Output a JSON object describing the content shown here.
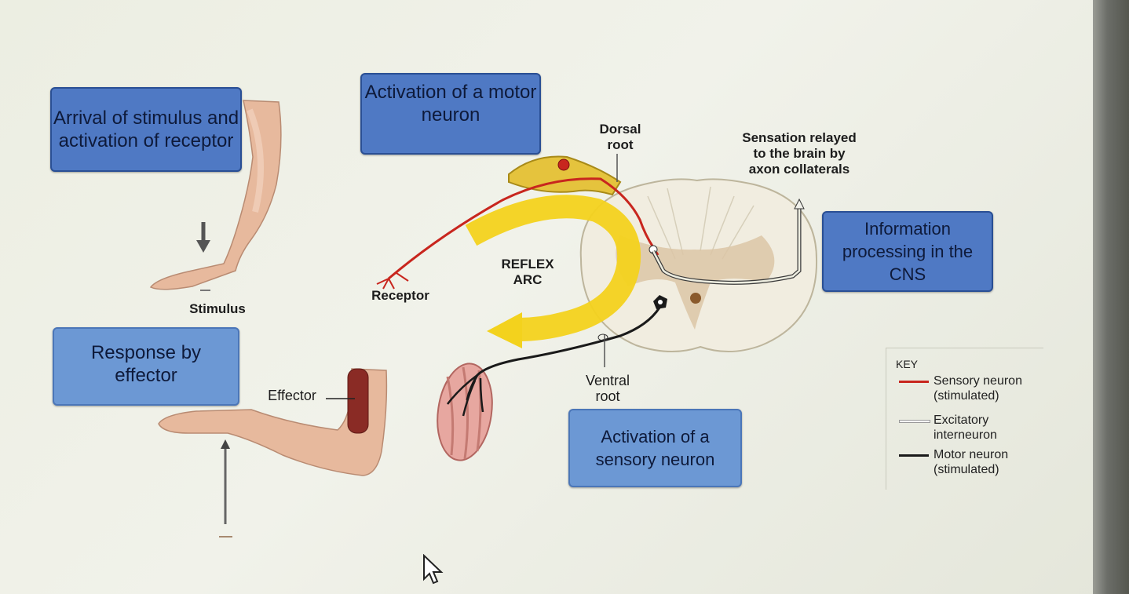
{
  "boxes": {
    "arrival": "Arrival of stimulus and activation of receptor",
    "motor": "Activation of a motor neuron",
    "information": "Information processing in the CNS",
    "response": "Response by effector",
    "sensory": "Activation of a sensory neuron"
  },
  "labels": {
    "stimulus": "Stimulus",
    "receptor": "Receptor",
    "reflex_arc": "REFLEX ARC",
    "dorsal_root": "Dorsal root",
    "ventral_root": "Ventral root",
    "sensation": "Sensation relayed to the brain by axon collaterals",
    "effector": "Effector"
  },
  "key": {
    "title": "KEY",
    "items": [
      {
        "label": "Sensory neuron (stimulated)",
        "color": "#c8261e"
      },
      {
        "label": "Excitatory interneuron",
        "color": "#e8e8e0"
      },
      {
        "label": "Motor neuron (stimulated)",
        "color": "#1a1a1a"
      }
    ]
  },
  "colors": {
    "sensory": "#c8261e",
    "motor": "#1a1a1a",
    "arc": "#f3d21d",
    "box_dark": "#4f79c4",
    "box_light": "#6c98d4"
  }
}
